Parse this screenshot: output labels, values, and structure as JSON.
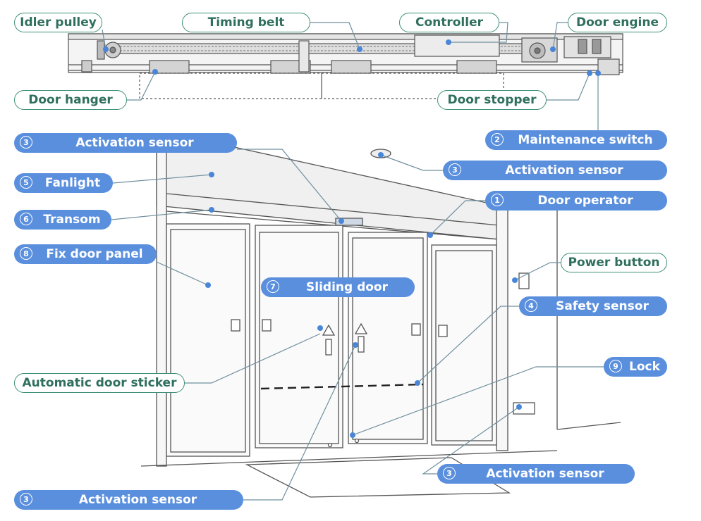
{
  "colors": {
    "label_outline": "#3d8f78",
    "label_fill": "#5a8fde",
    "line": "#6f8f9e",
    "dot": "#4a86d8"
  },
  "top_labels": {
    "idler_pulley": "Idler pulley",
    "timing_belt": "Timing belt",
    "controller": "Controller",
    "door_engine": "Door engine",
    "door_hanger": "Door hanger",
    "door_stopper": "Door stopper",
    "automatic_door_sticker": "Automatic door sticker",
    "power_button": "Power button"
  },
  "numbered_labels": {
    "activation_sensor_top_left": {
      "num": "3",
      "text": "Activation sensor"
    },
    "maintenance_switch": {
      "num": "2",
      "text": "Maintenance switch"
    },
    "activation_sensor_ceiling": {
      "num": "3",
      "text": "Activation sensor"
    },
    "fanlight": {
      "num": "5",
      "text": "Fanlight"
    },
    "door_operator": {
      "num": "1",
      "text": "Door operator"
    },
    "transom": {
      "num": "6",
      "text": "Transom"
    },
    "fix_door_panel": {
      "num": "8",
      "text": "Fix door panel"
    },
    "sliding_door": {
      "num": "7",
      "text": "Sliding door"
    },
    "safety_sensor": {
      "num": "4",
      "text": "Safety sensor"
    },
    "lock": {
      "num": "9",
      "text": "Lock"
    },
    "activation_sensor_floor": {
      "num": "3",
      "text": "Activation sensor"
    },
    "activation_sensor_bottom": {
      "num": "3",
      "text": "Activation sensor"
    }
  }
}
